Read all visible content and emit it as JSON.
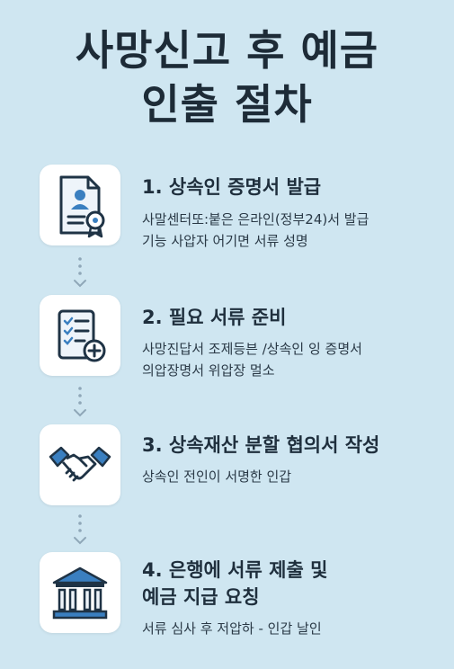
{
  "title": {
    "line1": "사망신고 후 예금",
    "line2": "인출 절차"
  },
  "steps": [
    {
      "title": "1. 상속인 증명서 발급",
      "desc1": "사말센터또:붙은 은라인(정부24)서 발급",
      "desc2": "기능  사압자 어기면 서류 성명",
      "icon": "certificate-icon"
    },
    {
      "title": "2. 필요 서류 준비",
      "desc1": "사망진답서  조제등븐 /상속인 잉 증명서",
      "desc2": "의압장명서  위압장 멀소",
      "icon": "checklist-icon"
    },
    {
      "title": "3. 상속재산 분할 협의서 작성",
      "desc1": "상속인 전인이 서명한 인갑",
      "icon": "handshake-icon"
    },
    {
      "title1": "4. 은행에 서류 제출 및",
      "title2": "예금 지급 요칭",
      "desc1": "서류 심사 후 저압하 - 인갑 날인",
      "icon": "bank-icon"
    }
  ],
  "colors": {
    "background": "#cfe6f1",
    "icon_blue": "#3a7fc0",
    "icon_dark": "#1f3345",
    "connector": "#8fa7b8"
  }
}
